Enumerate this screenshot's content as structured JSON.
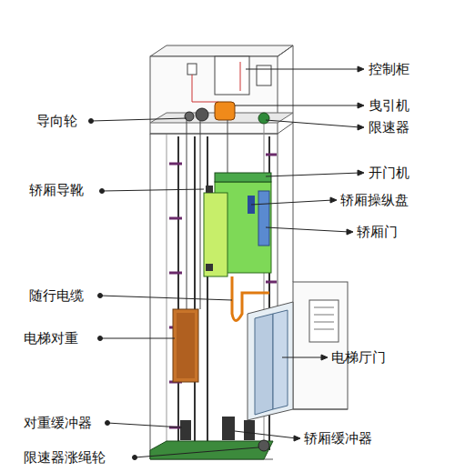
{
  "diagram": {
    "labels": [
      "控制柜",
      "曳引机",
      "限速器",
      "导向轮",
      "开门机",
      "轿厢导靴",
      "轿厢操纵盘",
      "轿厢门",
      "随行电缆",
      "电梯对重",
      "电梯厅门",
      "对重缓冲器",
      "轿厢缓冲器",
      "限速器涨绳轮"
    ]
  }
}
